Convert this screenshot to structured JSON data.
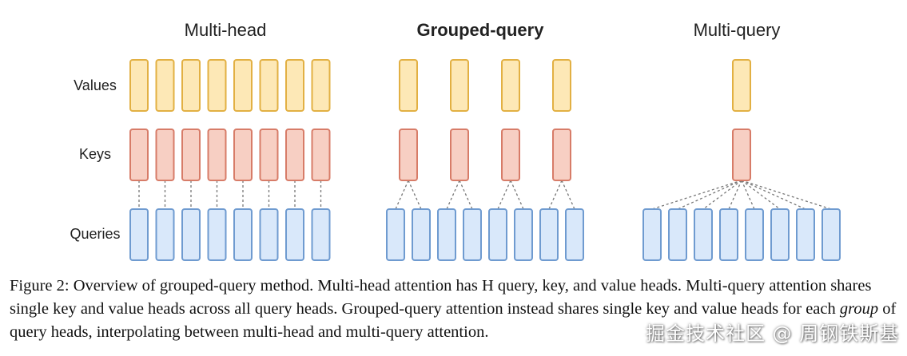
{
  "sections": [
    {
      "title": "Multi-head",
      "bold": false,
      "queries": 8,
      "keys": 8,
      "values": 8,
      "group_size": 1
    },
    {
      "title": "Grouped-query",
      "bold": true,
      "queries": 8,
      "keys": 4,
      "values": 4,
      "group_size": 2
    },
    {
      "title": "Multi-query",
      "bold": false,
      "queries": 8,
      "keys": 1,
      "values": 1,
      "group_size": 8
    }
  ],
  "row_labels": {
    "values": "Values",
    "keys": "Keys",
    "queries": "Queries"
  },
  "colors": {
    "values_fill": "#fde8b6",
    "values_stroke": "#e2b043",
    "keys_fill": "#f7cfc3",
    "keys_stroke": "#d77c68",
    "queries_fill": "#d9e8fa",
    "queries_stroke": "#6f9bd0",
    "connector": "#777777"
  },
  "caption": {
    "label": "Figure 2:",
    "part1": " Overview of grouped-query method. Multi-head attention has H query, key, and value heads. Multi-query attention shares single key and value heads across all query heads. Grouped-query attention instead shares single key and value heads for each ",
    "emphasis": "group",
    "part2": " of query heads, interpolating between multi-head and multi-query attention."
  },
  "watermark": "掘金技术社区 @ 周钢铁斯基"
}
